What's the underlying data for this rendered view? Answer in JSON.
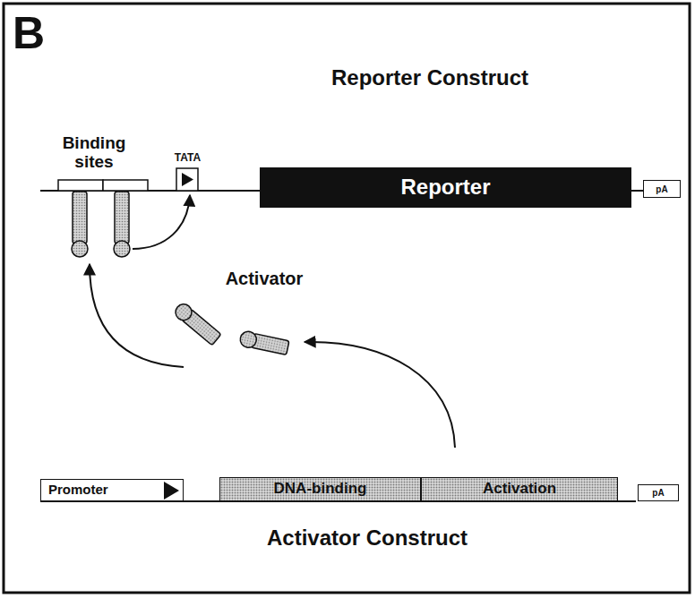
{
  "diagram": {
    "nodes": [
      {
        "text": [
          "Reporter"
        ]
      },
      {
        "text": [
          "pA"
        ]
      },
      {
        "text": [
          "Promoter"
        ]
      },
      {
        "text": [
          "DNA-binding"
        ]
      },
      {
        "text": [
          "Activation"
        ]
      },
      {
        "text": [
          "pA"
        ]
      }
    ],
    "labels": [
      "B",
      "Reporter Construct",
      "Binding sites",
      "TATA",
      "Activator",
      "Activator Construct"
    ]
  }
}
